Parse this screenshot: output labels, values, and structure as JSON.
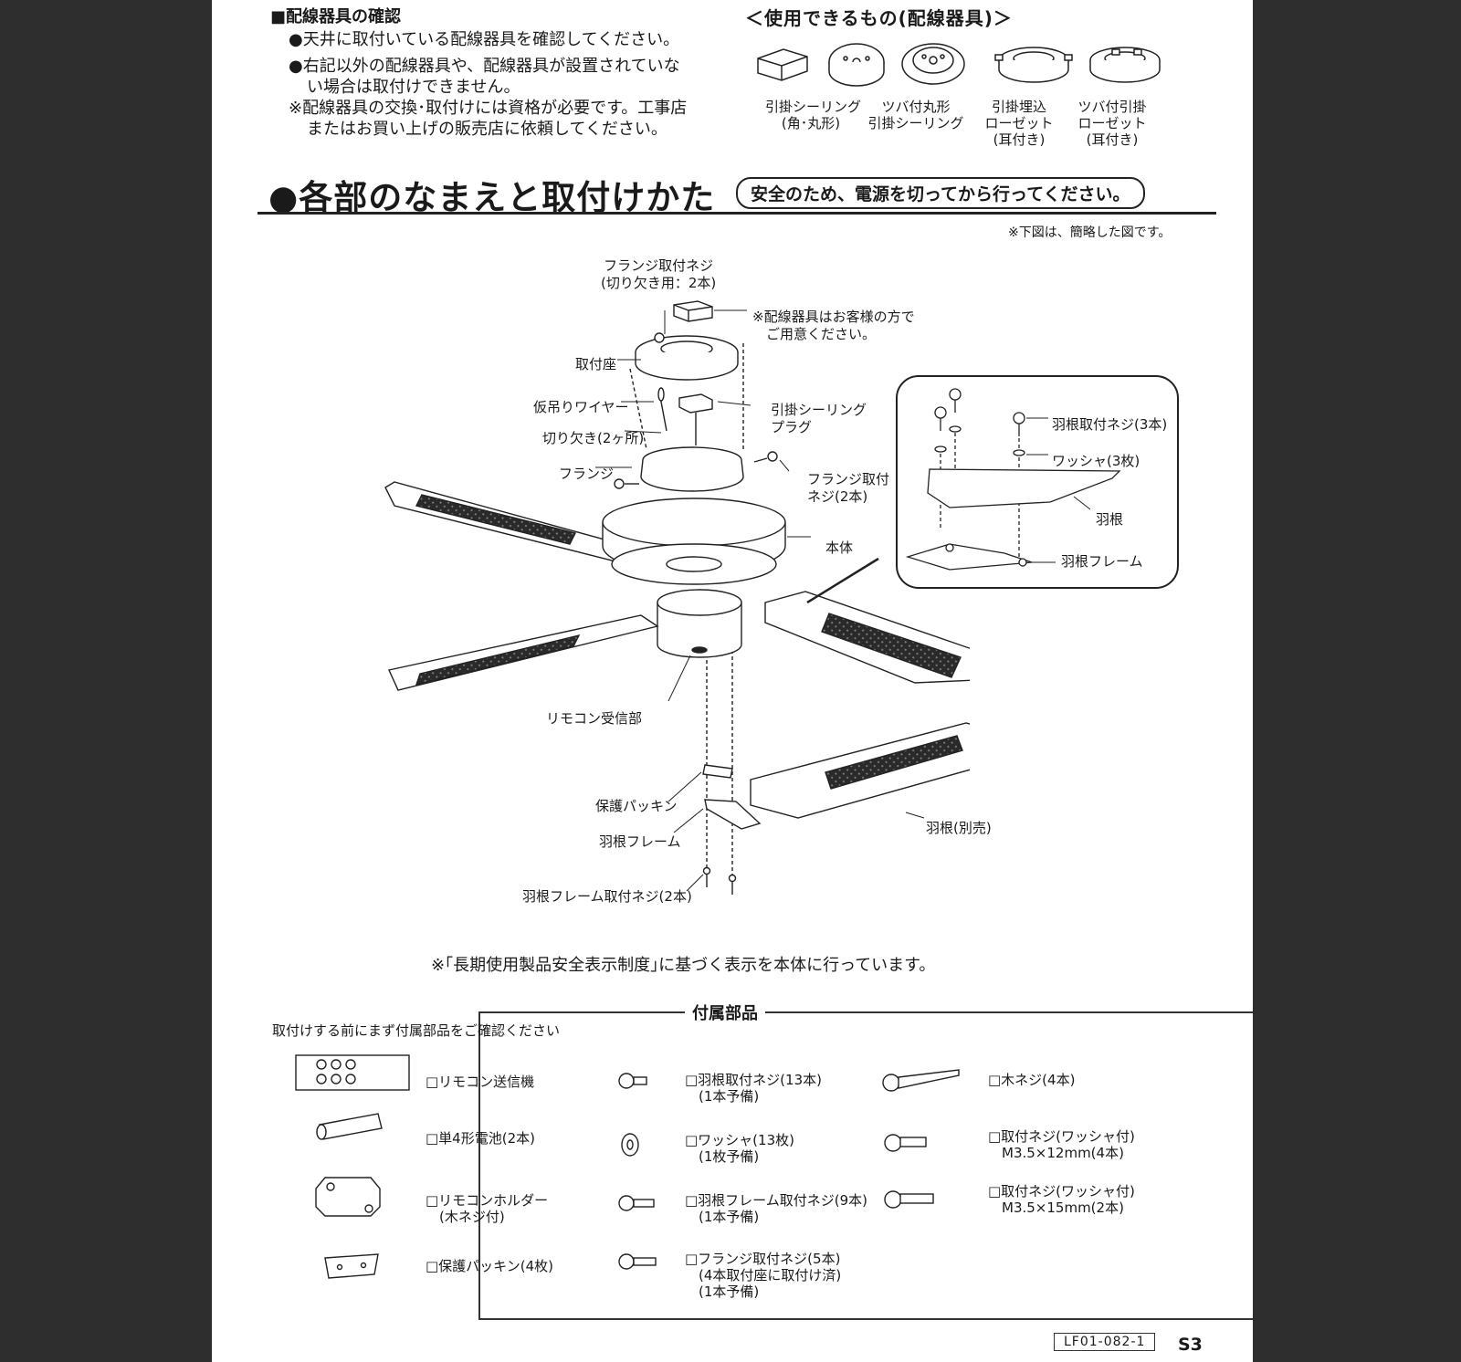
{
  "wiring": {
    "heading": "■配線器具の確認",
    "bullet1": "●天井に取付いている配線器具を確認してください。",
    "bullet2_line1": "●右記以外の配線器具や、配線器具が設置されていな",
    "bullet2_line2": "い場合は取付けできません。",
    "note_line1": "※配線器具の交換･取付けには資格が必要です。工事店",
    "note_line2": "またはお買い上げの販売店に依頼してください。"
  },
  "fixtures": {
    "heading": "＜使用できるもの(配線器具)＞",
    "items": [
      {
        "label": "引掛シーリング\n(角･丸形)"
      },
      {
        "label": "ツバ付丸形\n引掛シーリング"
      },
      {
        "label": "引掛埋込\nローゼット\n(耳付き)"
      },
      {
        "label": "ツバ付引掛\nローゼット\n(耳付き)"
      }
    ]
  },
  "section": {
    "title": "●各部のなまえと取付けかた",
    "safety_note": "安全のため、電源を切ってから行ってください。",
    "simplified_note": "※下図は、簡略した図です。"
  },
  "diagram": {
    "labels": {
      "flange_screw_top": "フランジ取付ネジ\n(切り欠き用：2本)",
      "wiring_device_note": "※配線器具はお客様の方で\n　ご用意ください。",
      "mount_base": "取付座",
      "temp_wire": "仮吊りワイヤー",
      "notch": "切り欠き(2ヶ所)",
      "flange": "フランジ",
      "ceiling_plug": "引掛シーリング\nプラグ",
      "flange_screw_side": "フランジ取付\nネジ(2本)",
      "body": "本体",
      "remote_receiver": "リモコン受信部",
      "packing": "保護パッキン",
      "blade_frame": "羽根フレーム",
      "blade_frame_screw": "羽根フレーム取付ネジ(2本)",
      "blade_sold_separately": "羽根(別売)"
    },
    "inset": {
      "blade_screw": "羽根取付ネジ(3本)",
      "washer": "ワッシャ(3枚)",
      "blade": "羽根",
      "blade_frame": "羽根フレーム"
    }
  },
  "long_term_note": "※｢長期使用製品安全表示制度｣に基づく表示を本体に行っています。",
  "accessories": {
    "title": "付属部品",
    "instruction": "取付けする前にまず付属部品をご確認ください",
    "items": [
      {
        "icon": "remote-transmitter-icon",
        "label": "□リモコン送信機"
      },
      {
        "icon": "aa-battery-icon",
        "label": "□単4形電池(2本)"
      },
      {
        "icon": "remote-holder-icon",
        "label": "□リモコンホルダー\n　(木ネジ付)"
      },
      {
        "icon": "protective-packing-icon",
        "label": "□保護パッキン(4枚)"
      },
      {
        "icon": "blade-screw-icon",
        "label": "□羽根取付ネジ(13本)\n　(1本予備)"
      },
      {
        "icon": "washer-icon",
        "label": "□ワッシャ(13枚)\n　(1枚予備)"
      },
      {
        "icon": "blade-frame-screw-icon",
        "label": "□羽根フレーム取付ネジ(9本)\n　(1本予備)"
      },
      {
        "icon": "flange-screw-icon",
        "label": "□フランジ取付ネジ(5本)\n　(4本取付座に取付け済)\n　(1本予備)"
      },
      {
        "icon": "wood-screw-icon",
        "label": "□木ネジ(4本)"
      },
      {
        "icon": "mount-screw-12-icon",
        "label": "□取付ネジ(ワッシャ付)\n　M3.5×12mm(4本)"
      },
      {
        "icon": "mount-screw-15-icon",
        "label": "□取付ネジ(ワッシャ付)\n　M3.5×15mm(2本)"
      }
    ]
  },
  "footer": {
    "code": "LF01-082-1",
    "page": "S3"
  }
}
